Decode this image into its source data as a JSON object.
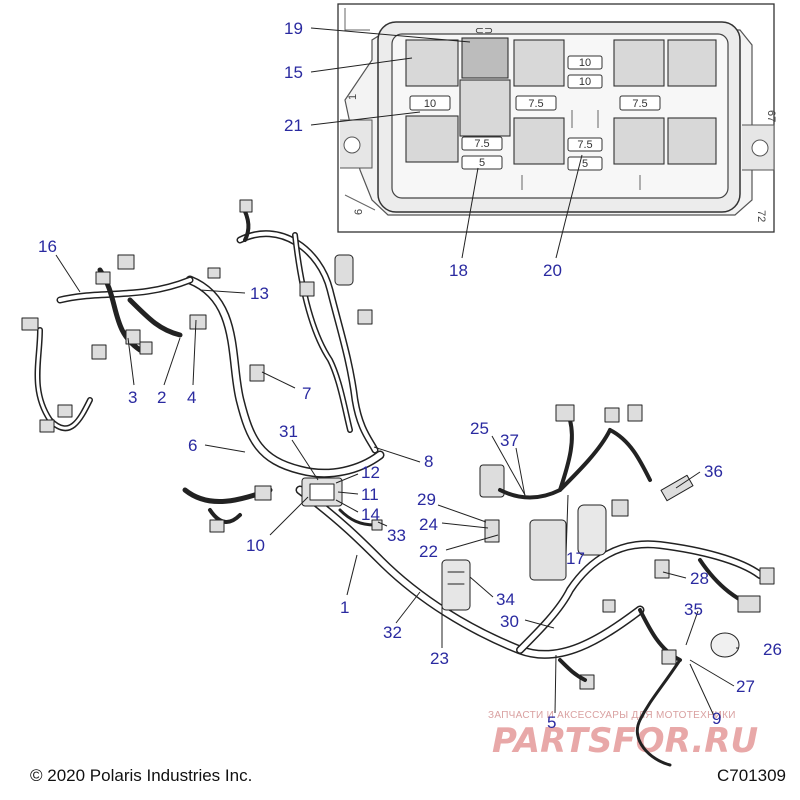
{
  "callouts": [
    {
      "id": "19",
      "label": "19"
    },
    {
      "id": "15",
      "label": "15"
    },
    {
      "id": "21",
      "label": "21"
    },
    {
      "id": "18",
      "label": "18"
    },
    {
      "id": "20",
      "label": "20"
    },
    {
      "id": "16",
      "label": "16"
    },
    {
      "id": "13",
      "label": "13"
    },
    {
      "id": "3",
      "label": "3"
    },
    {
      "id": "2",
      "label": "2"
    },
    {
      "id": "4",
      "label": "4"
    },
    {
      "id": "7",
      "label": "7"
    },
    {
      "id": "6",
      "label": "6"
    },
    {
      "id": "31",
      "label": "31"
    },
    {
      "id": "8",
      "label": "8"
    },
    {
      "id": "12",
      "label": "12"
    },
    {
      "id": "11",
      "label": "11"
    },
    {
      "id": "14",
      "label": "14"
    },
    {
      "id": "10",
      "label": "10"
    },
    {
      "id": "33",
      "label": "33"
    },
    {
      "id": "1",
      "label": "1"
    },
    {
      "id": "32",
      "label": "32"
    },
    {
      "id": "23",
      "label": "23"
    },
    {
      "id": "25",
      "label": "25"
    },
    {
      "id": "37",
      "label": "37"
    },
    {
      "id": "29",
      "label": "29"
    },
    {
      "id": "24",
      "label": "24"
    },
    {
      "id": "22",
      "label": "22"
    },
    {
      "id": "17",
      "label": "17"
    },
    {
      "id": "36",
      "label": "36"
    },
    {
      "id": "34",
      "label": "34"
    },
    {
      "id": "30",
      "label": "30"
    },
    {
      "id": "28",
      "label": "28"
    },
    {
      "id": "35",
      "label": "35"
    },
    {
      "id": "26",
      "label": "26"
    },
    {
      "id": "27",
      "label": "27"
    },
    {
      "id": "9",
      "label": "9"
    },
    {
      "id": "5",
      "label": "5"
    }
  ],
  "fuse_labels": {
    "f10a": "10",
    "f10b": "10",
    "f10c": "10",
    "f75a": "7.5",
    "f75b": "7.5",
    "f75c": "7.5",
    "f75d": "7.5",
    "f5a": "5",
    "f5b": "5"
  },
  "inset_side_marks": {
    "left_top": "1",
    "left_bottom": "6",
    "right_top": "67",
    "right_bottom": "72"
  },
  "watermark": {
    "line1": "ЗАПЧАСТИ И АКСЕССУАРЫ ДЛЯ МОТОТЕХНИКИ",
    "brand": "PARTSFOR.RU"
  },
  "footer": {
    "copyright": "© 2020 Polaris Industries Inc.",
    "drawing_id": "C701309"
  },
  "colors": {
    "callout": "#2a2aa0",
    "line": "#222222",
    "watermark": "#e8a8a8"
  }
}
